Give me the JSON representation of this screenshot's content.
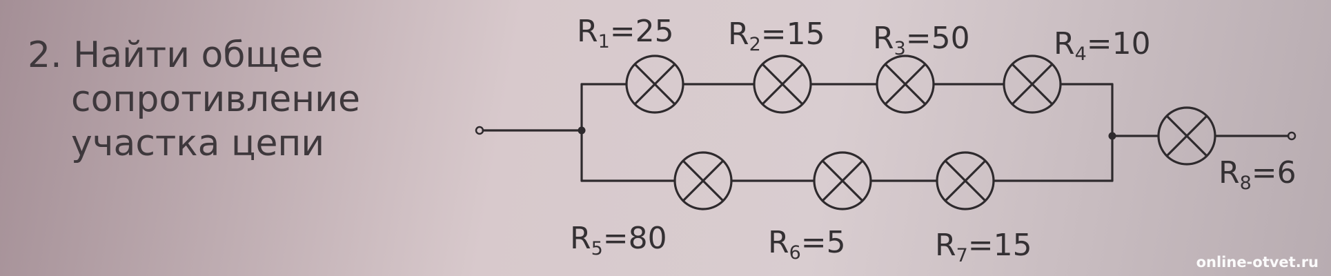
{
  "task": {
    "number": "2.",
    "line1": "Найти общее",
    "line2": "сопротивление",
    "line3": "участка цепи"
  },
  "circuit": {
    "resistors": [
      {
        "id": "r1",
        "prefix": "R",
        "sub": "1",
        "value": "=25"
      },
      {
        "id": "r2",
        "prefix": "R",
        "sub": "2",
        "value": "=15"
      },
      {
        "id": "r3",
        "prefix": "R",
        "sub": "3",
        "value": "=50"
      },
      {
        "id": "r4",
        "prefix": "R",
        "sub": "4",
        "value": "=10"
      },
      {
        "id": "r5",
        "prefix": "R",
        "sub": "5",
        "value": "=80"
      },
      {
        "id": "r6",
        "prefix": "R",
        "sub": "6",
        "value": "=5"
      },
      {
        "id": "r7",
        "prefix": "R",
        "sub": "7",
        "value": "=15"
      },
      {
        "id": "r8",
        "prefix": "R",
        "sub": "8",
        "value": "=6"
      }
    ]
  },
  "watermark": "online-otvet.ru",
  "colors": {
    "wire": "#2e2a2d",
    "text": "#3e383c"
  }
}
